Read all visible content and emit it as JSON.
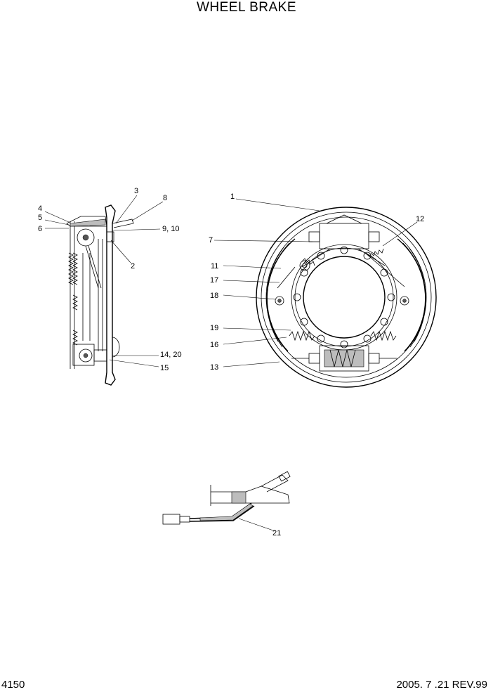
{
  "header": {
    "title": "WHEEL BRAKE"
  },
  "footer": {
    "page_number": "4150",
    "revision": "2005. 7 .21 REV.99"
  },
  "callouts": {
    "c1": "1",
    "c2": "2",
    "c3": "3",
    "c4": "4",
    "c5": "5",
    "c6": "6",
    "c7": "7",
    "c8": "8",
    "c9_10": "9,  10",
    "c11": "11",
    "c12": "12",
    "c13": "13",
    "c14_20": "14, 20",
    "c15": "15",
    "c16": "16",
    "c17": "17",
    "c18": "18",
    "c19": "19",
    "c21": "21"
  }
}
